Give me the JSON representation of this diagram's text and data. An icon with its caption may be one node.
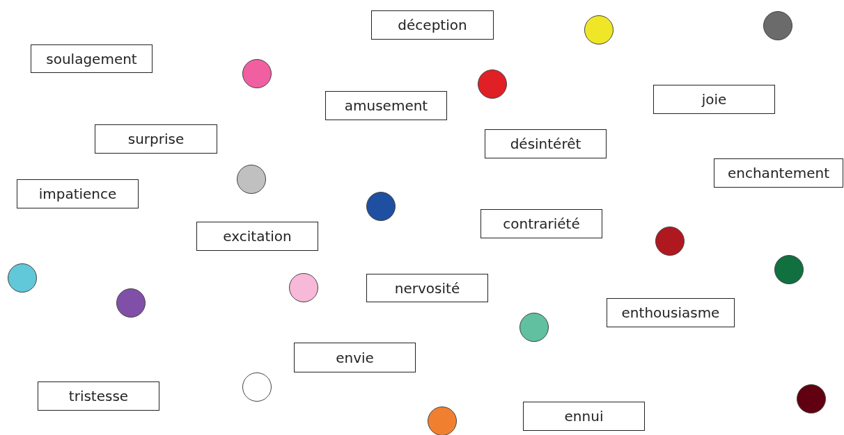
{
  "diagram": {
    "nodes": [
      {
        "text": [
          "déception"
        ]
      },
      {
        "text": [],
        "shape": "circle"
      },
      {
        "text": [],
        "shape": "circle"
      },
      {
        "text": [
          "soulagement"
        ]
      },
      {
        "text": [],
        "shape": "circle"
      },
      {
        "text": [],
        "shape": "circle"
      },
      {
        "text": [
          "amusement"
        ]
      },
      {
        "text": [
          "joie"
        ]
      },
      {
        "text": [
          "surprise"
        ]
      },
      {
        "text": [
          "désintérêt"
        ]
      },
      {
        "text": [
          "enchantement"
        ]
      },
      {
        "text": [],
        "shape": "circle"
      },
      {
        "text": [
          "impatience"
        ]
      },
      {
        "text": [],
        "shape": "circle"
      },
      {
        "text": [
          "contrariété"
        ]
      },
      {
        "text": [
          "excitation"
        ]
      },
      {
        "text": [],
        "shape": "circle"
      },
      {
        "text": [],
        "shape": "circle"
      },
      {
        "text": [],
        "shape": "circle"
      },
      {
        "text": [
          "nervosité"
        ]
      },
      {
        "text": [],
        "shape": "circle"
      },
      {
        "text": [],
        "shape": "circle"
      },
      {
        "text": [
          "enthousiasme"
        ]
      },
      {
        "text": [],
        "shape": "circle"
      },
      {
        "text": [
          "envie"
        ]
      },
      {
        "text": [],
        "shape": "circle"
      },
      {
        "text": [
          "tristesse"
        ]
      },
      {
        "text": [],
        "shape": "circle"
      },
      {
        "text": [
          "ennui"
        ]
      },
      {
        "text": [],
        "shape": "circle"
      }
    ]
  }
}
